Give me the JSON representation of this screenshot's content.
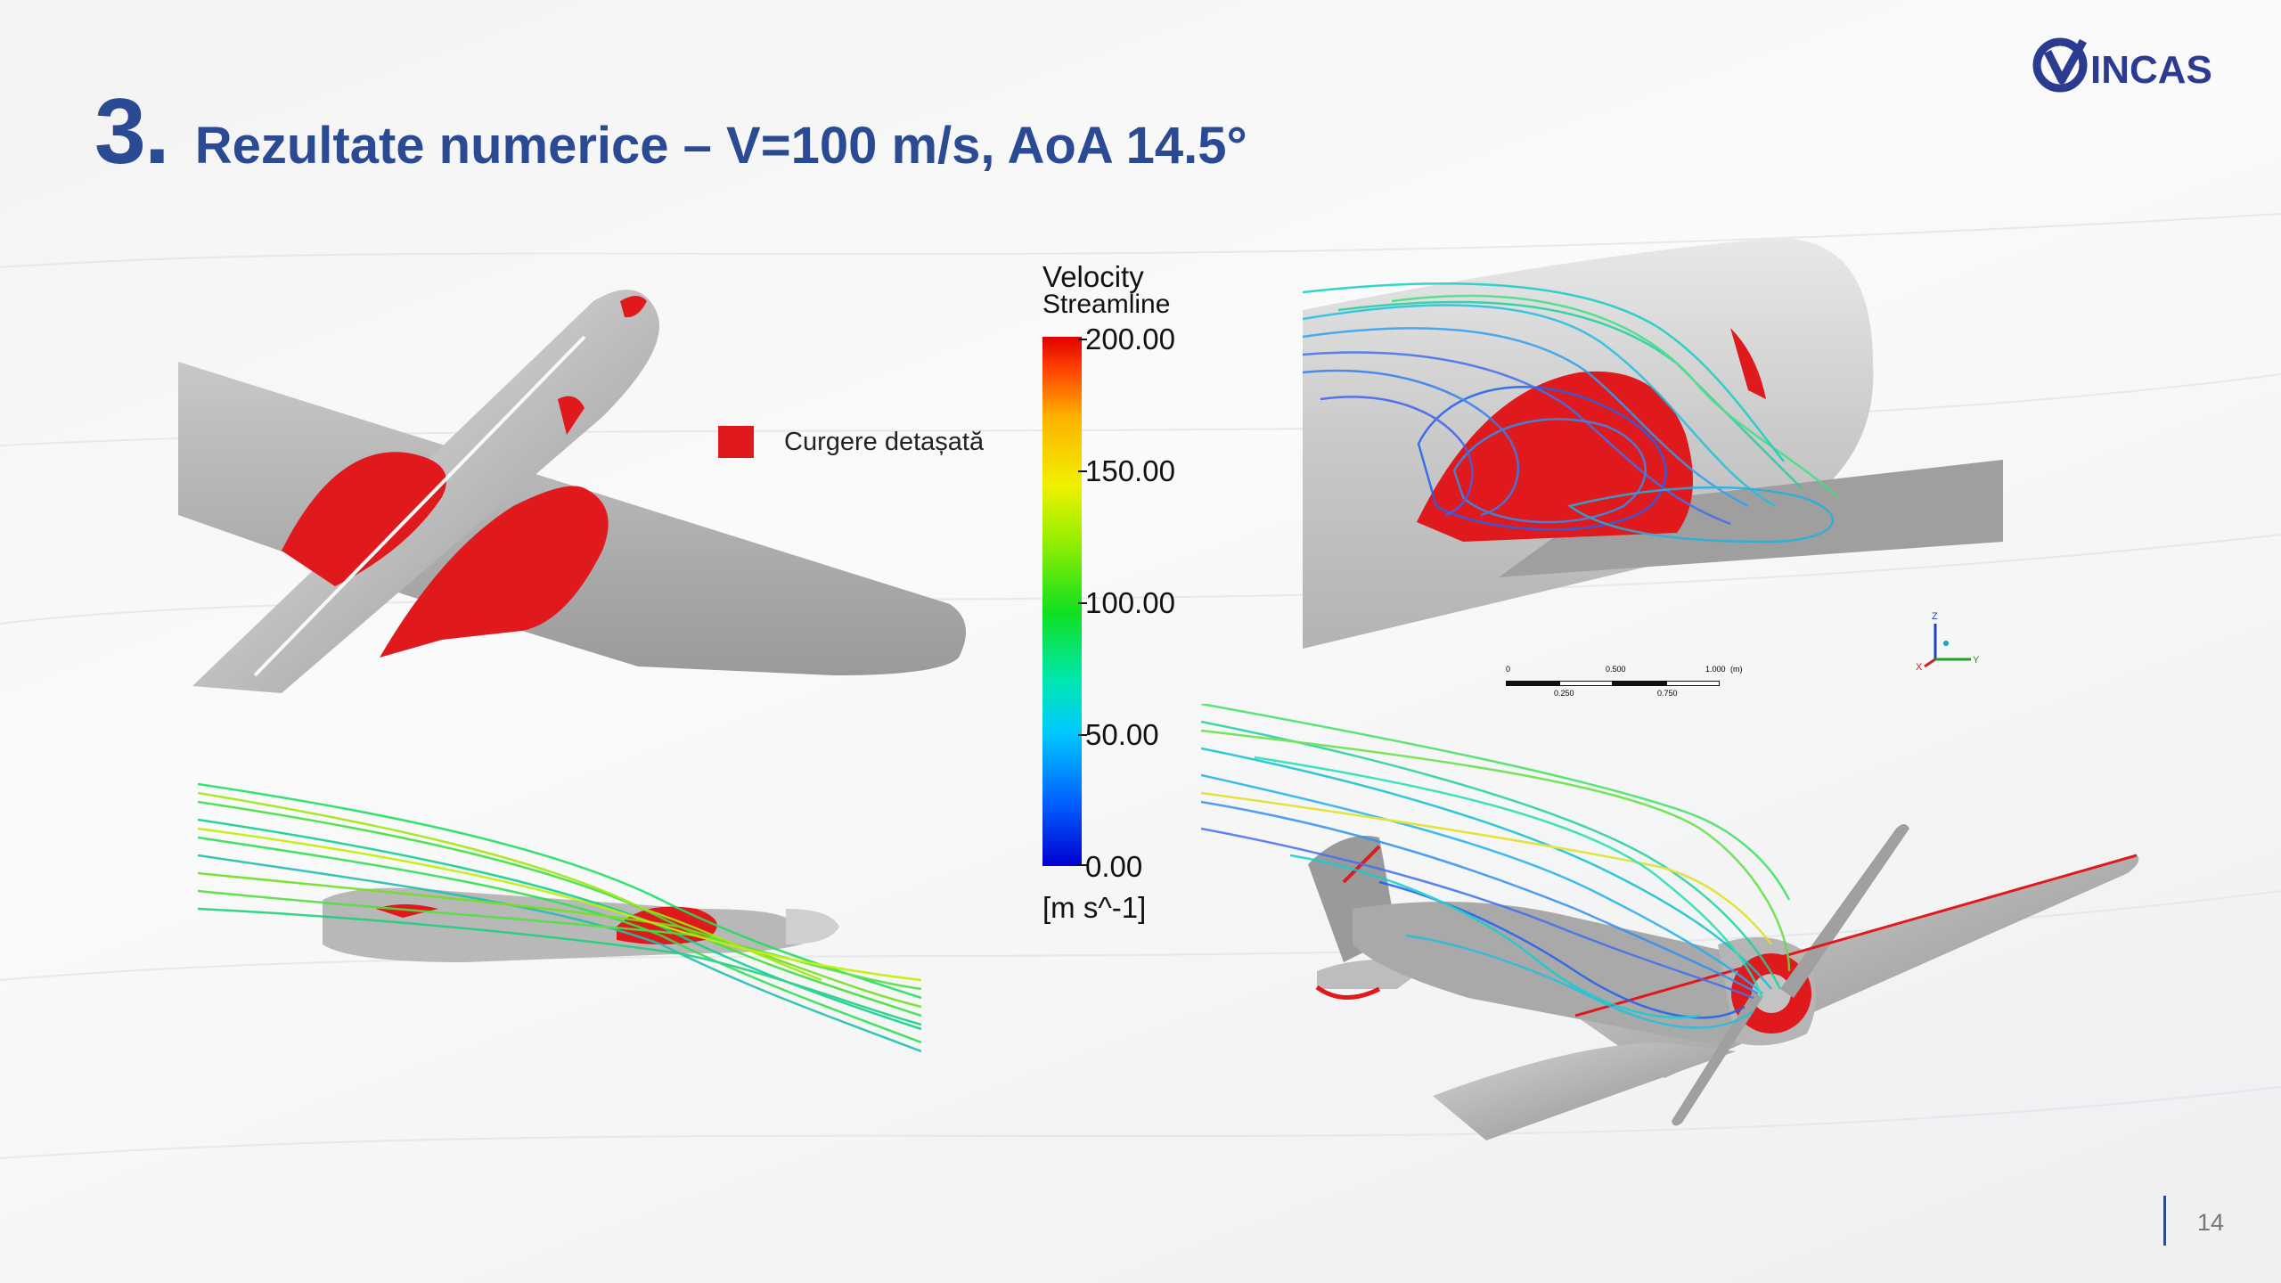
{
  "slide": {
    "section_number": "3.",
    "title": "Rezultate numerice – V=100 m/s, AoA 14.5°",
    "page_number": "14"
  },
  "logo": {
    "text": "INCAS",
    "color": "#2b3b8f"
  },
  "panel_tl": {
    "legend_label": "Curgere detașată",
    "legend_color": "#e0191d"
  },
  "colorbar": {
    "title_line1": "Velocity",
    "title_line2": "Streamline",
    "min": 0,
    "max": 200,
    "ticks": [
      "200.00",
      "150.00",
      "100.00",
      "50.00",
      "0.00"
    ],
    "unit": "[m s^-1]"
  },
  "scale_bar": {
    "labels": [
      "0",
      "0.500",
      "1.000",
      "(m)",
      "0.250",
      "0.750"
    ]
  },
  "axes_triad": {
    "labels": [
      "Z",
      "Y",
      "X"
    ]
  },
  "colors": {
    "accent": "#2b4a94",
    "separated_flow": "#e0191d",
    "surface": "#a9a9a9"
  }
}
